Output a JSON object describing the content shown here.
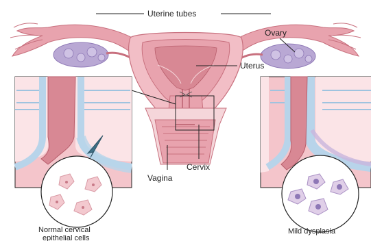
{
  "labels": {
    "uterine_tubes": "Uterine tubes",
    "ovary": "Ovary",
    "uterus": "Uterus",
    "vagina": "Vagina",
    "cervix": "Cervix"
  },
  "captions": {
    "left_line1": "Normal cervical",
    "left_line2": "epithelial cells",
    "right": "Mild dysplasia"
  },
  "colors": {
    "tissue": "#e8a3ae",
    "tissue_dark": "#c8707e",
    "tissue_light": "#f5d6da",
    "ovary": "#b9a8d4",
    "ovary_dark": "#8e78b6",
    "epithelium": "#b8d4ea",
    "cell_normal": "#f3c9cf",
    "cell_dysplasia": "#e0cfe8",
    "panel_bg": "#f4c5cb",
    "outline": "#222222"
  },
  "icons": {
    "arrow": "arrow-icon"
  }
}
